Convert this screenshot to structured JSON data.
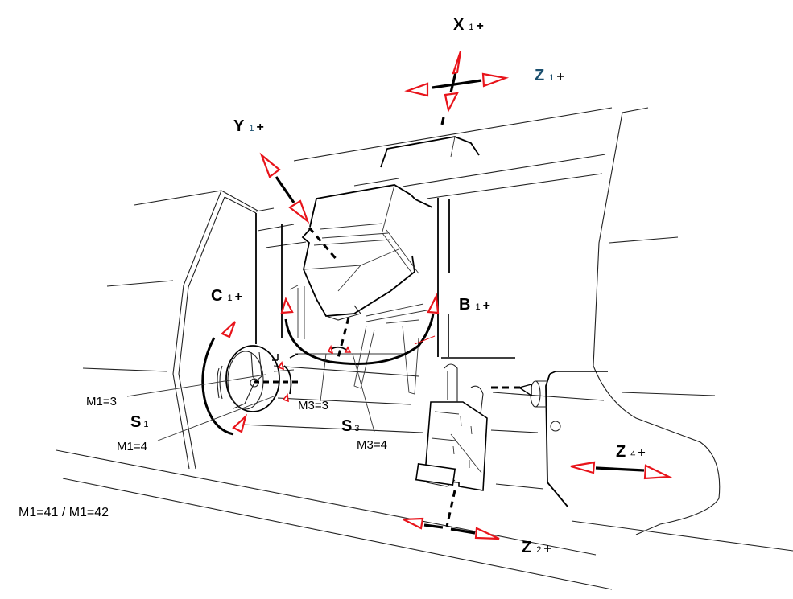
{
  "diagram": {
    "title": "Lathe machine axes and spindle diagram",
    "accent_color": "#e8141b",
    "z1_color": "#1b4f6e",
    "axes": [
      {
        "id": "x1",
        "letter": "X",
        "sub": "1",
        "sign": "+"
      },
      {
        "id": "z1",
        "letter": "Z",
        "sub": "1",
        "sign": "+"
      },
      {
        "id": "y1",
        "letter": "Y",
        "sub": "1",
        "sign": "+"
      },
      {
        "id": "c1",
        "letter": "C",
        "sub": "1",
        "sign": "+"
      },
      {
        "id": "b1",
        "letter": "B",
        "sub": "1",
        "sign": "+"
      },
      {
        "id": "z4",
        "letter": "Z",
        "sub": "4",
        "sign": "+"
      },
      {
        "id": "z2",
        "letter": "Z",
        "sub": "2",
        "sign": "+"
      }
    ],
    "spindles": [
      {
        "id": "s1",
        "letter": "S",
        "sub": "1"
      },
      {
        "id": "s3",
        "letter": "S",
        "sub": "3"
      }
    ],
    "m_codes": {
      "m1_3": "M1=3",
      "m1_4": "M1=4",
      "m3_3": "M3=3",
      "m3_4": "M3=4",
      "m1_41_42": "M1=41 / M1=42"
    }
  }
}
